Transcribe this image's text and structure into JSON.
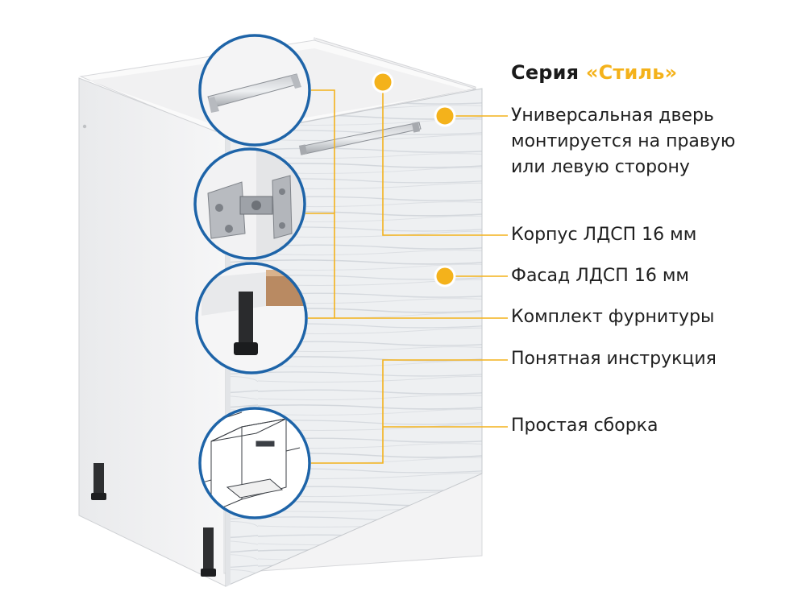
{
  "heading": {
    "prefix": "Серия",
    "series_name": "«Стиль»"
  },
  "features": [
    "Универсальная дверь монтируется на правую или левую сторону",
    "Корпус ЛДСП 16 мм",
    "Фасад ЛДСП 16 мм",
    "Комплект фурнитуры",
    "Понятная инструкция",
    "Простая сборка"
  ],
  "detail_callouts": [
    "handle-detail",
    "hinge-detail",
    "adjustable-leg-detail",
    "assembly-scheme-detail"
  ],
  "colors": {
    "accent": "#f4b21b",
    "circle_border": "#1e64a8",
    "text": "#1f1f1f",
    "leader_line": "#f4b21b"
  }
}
